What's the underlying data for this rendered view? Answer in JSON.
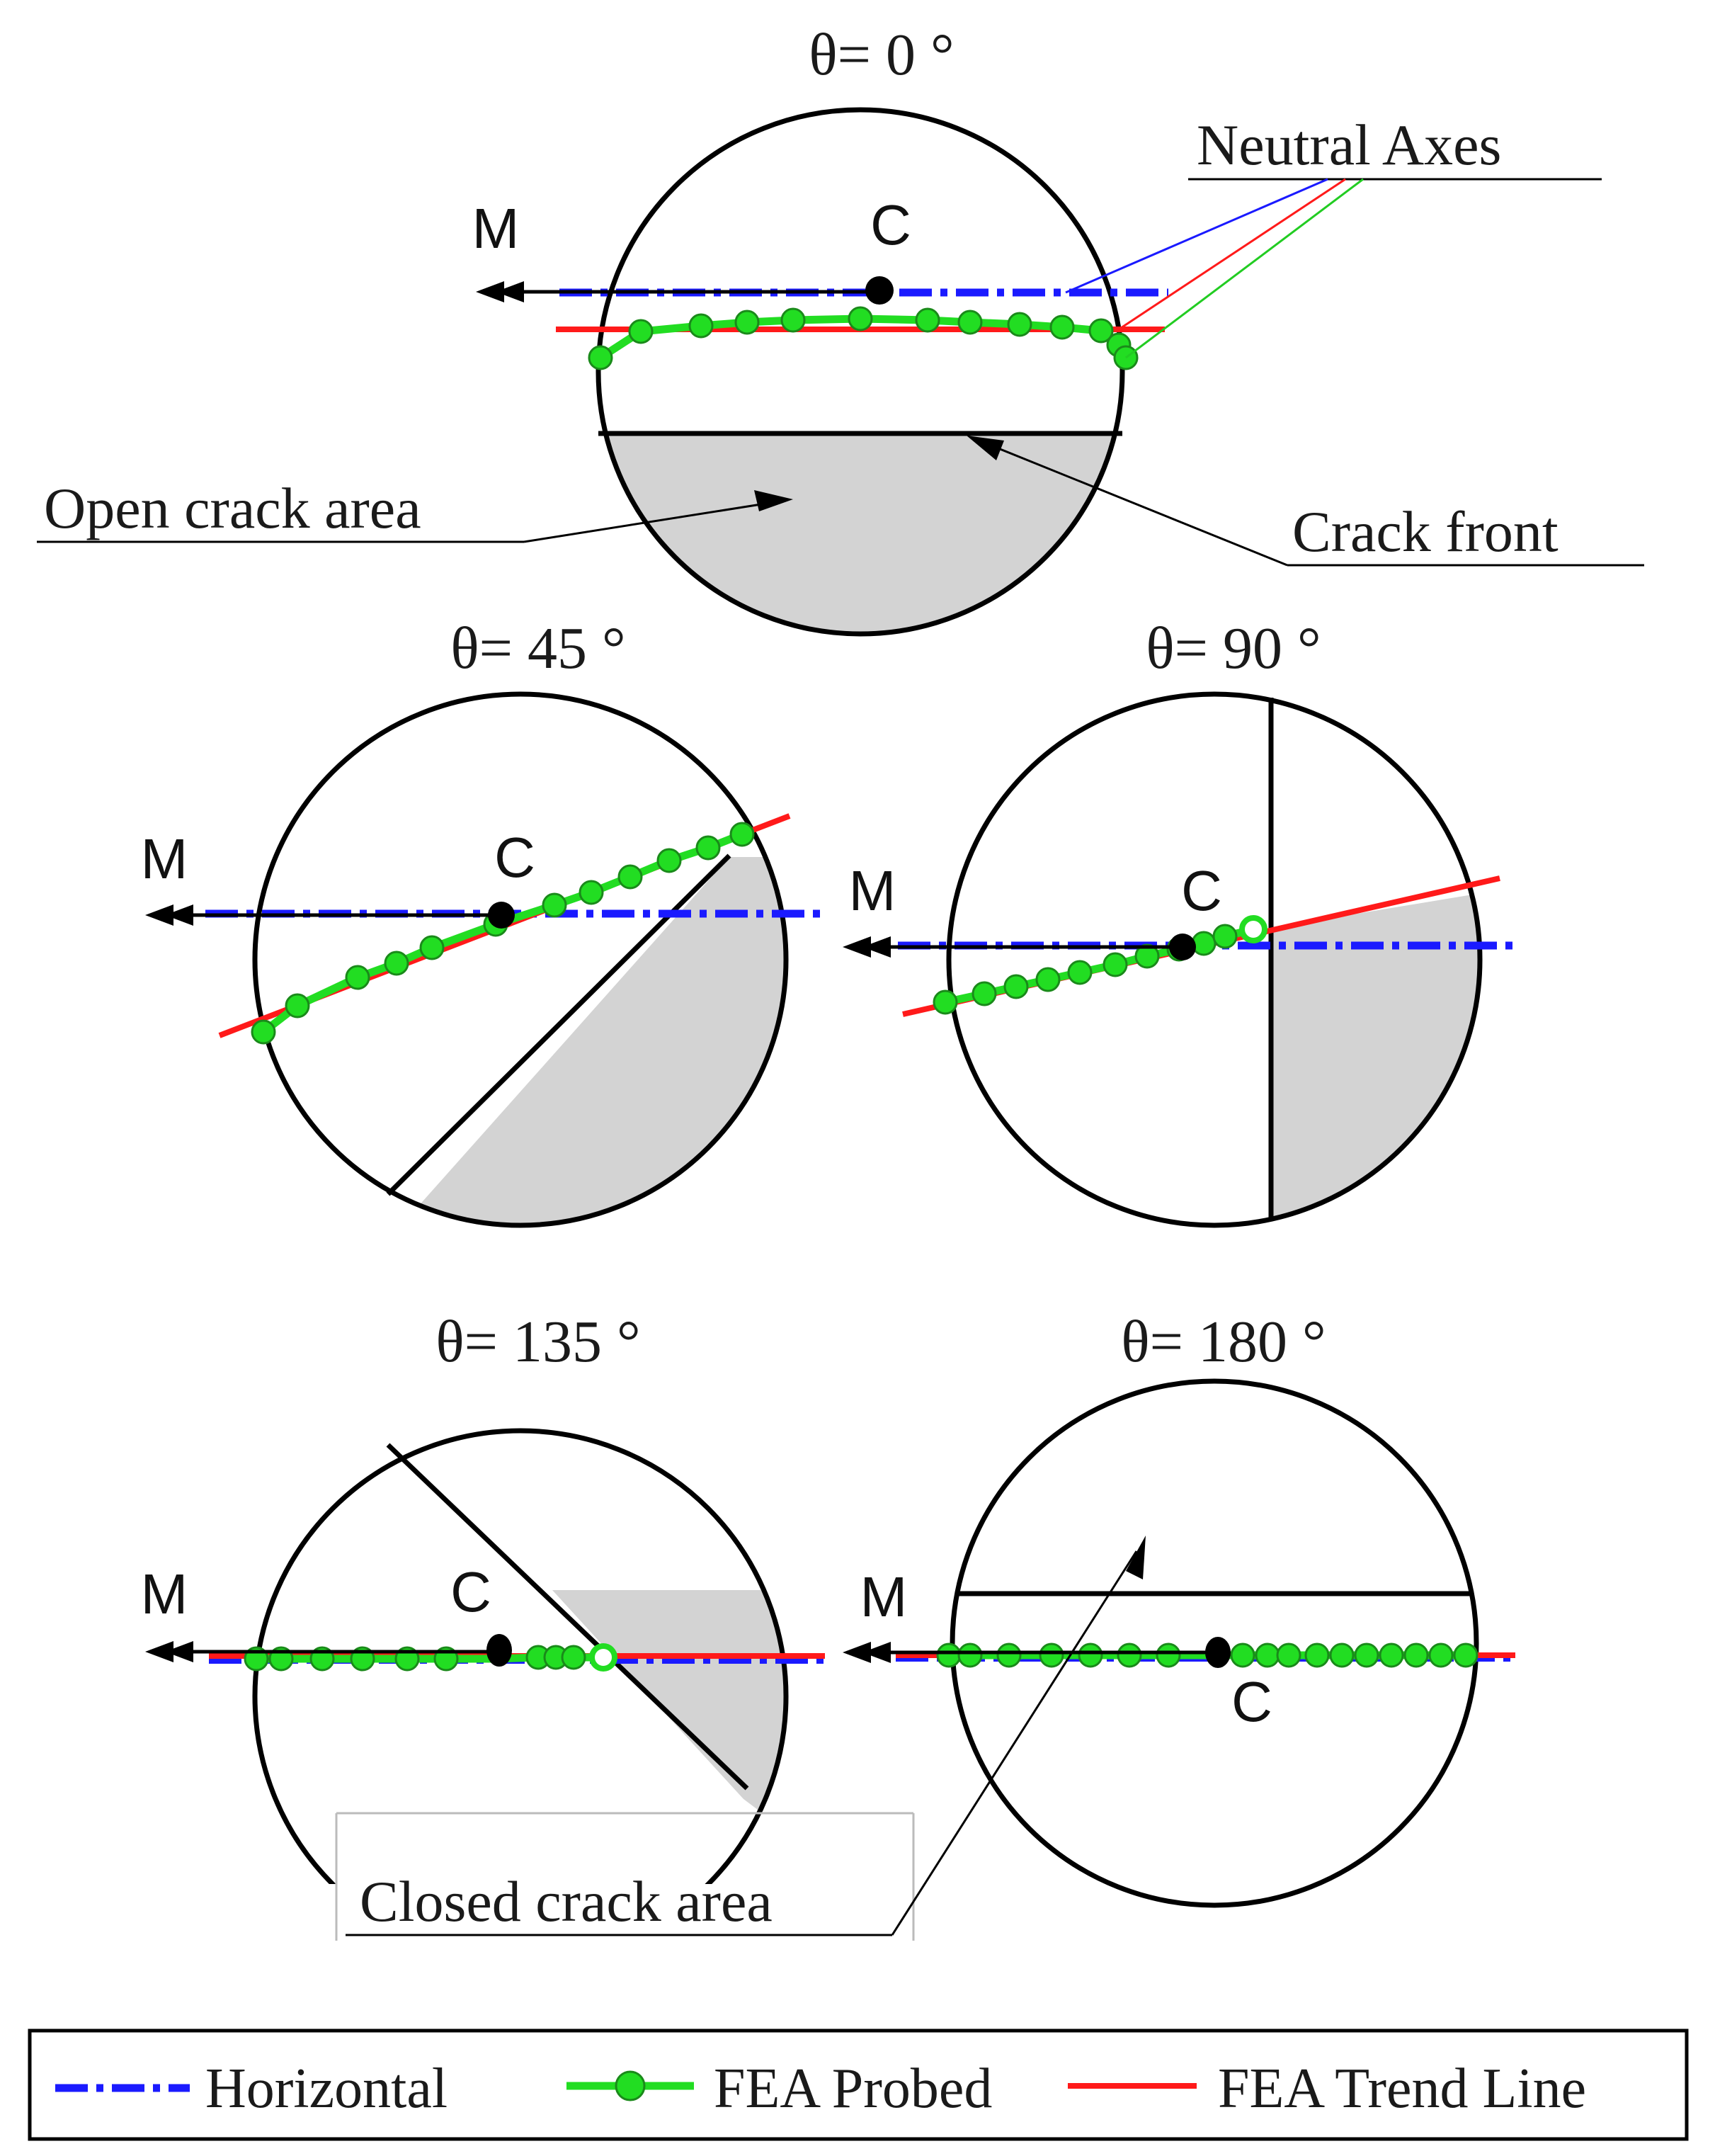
{
  "panels": [
    {
      "id": "p0",
      "title": "θ= 0 °"
    },
    {
      "id": "p45",
      "title": "θ= 45 °"
    },
    {
      "id": "p90",
      "title": "θ= 90 °"
    },
    {
      "id": "p135",
      "title": "θ= 135 °"
    },
    {
      "id": "p180",
      "title": "θ= 180 °"
    }
  ],
  "symbols": {
    "moment": "M",
    "center": "C"
  },
  "annotations": {
    "neutral_axes": "Neutral Axes",
    "open_crack_area": "Open crack area",
    "crack_front": "Crack front",
    "closed_crack_area": "Closed crack area"
  },
  "legend": {
    "items": [
      {
        "label": "Horizontal",
        "color": "#1a1aff",
        "style": "dash-dot"
      },
      {
        "label": "FEA Probed",
        "color": "#22dd22",
        "style": "line-with-circles"
      },
      {
        "label": "FEA Trend Line",
        "color": "#ff1a1a",
        "style": "solid"
      }
    ]
  },
  "colors": {
    "horizontal": "#1a1aff",
    "fea_probed": "#22dd22",
    "trend_line": "#ff1a1a",
    "open_crack_fill": "#d3d3d3",
    "outline": "#000000"
  }
}
